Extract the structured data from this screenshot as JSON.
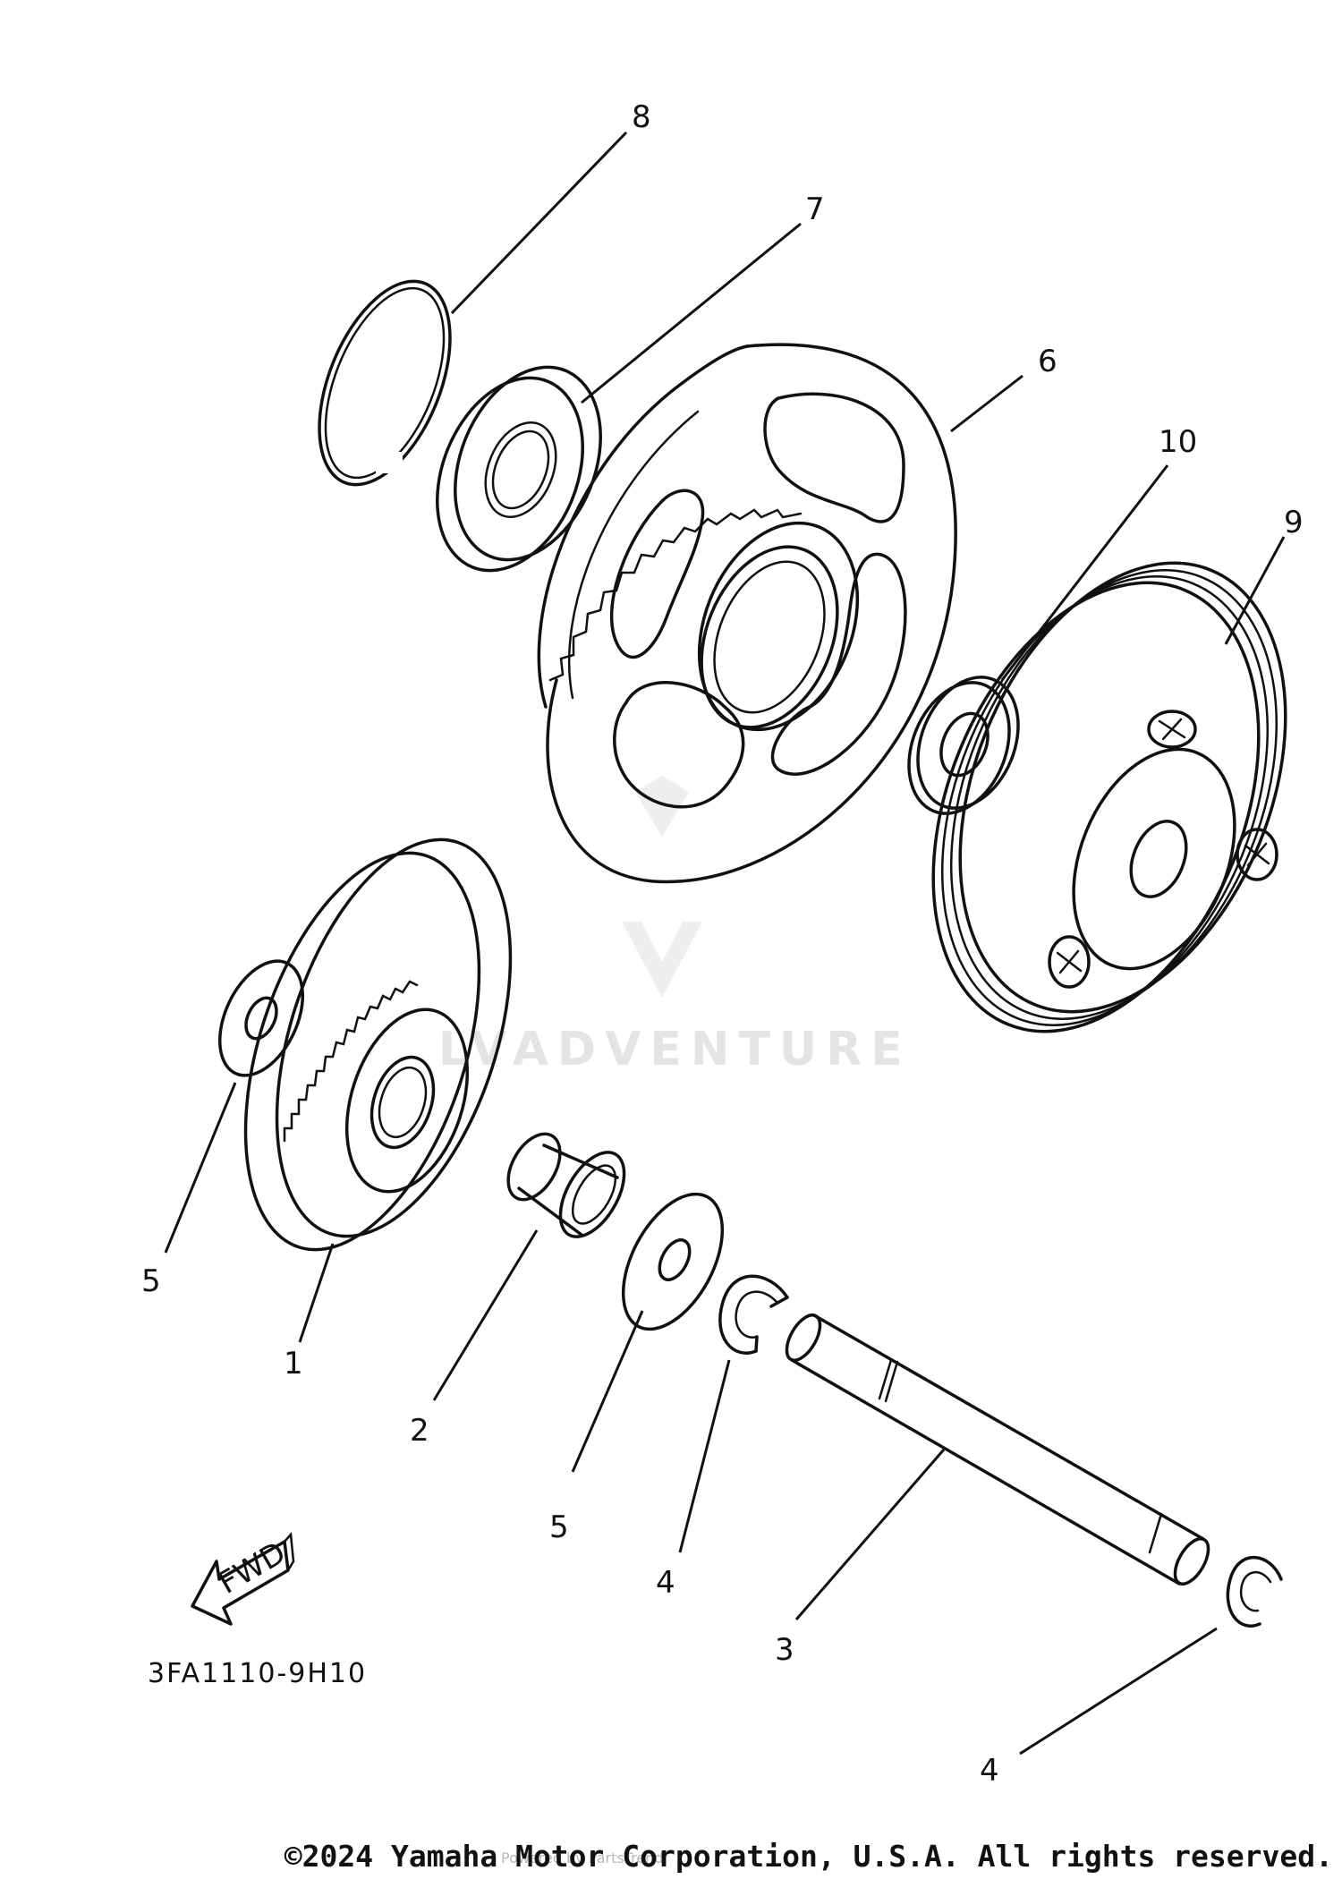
{
  "diagram_code": "3FA1110-9H10",
  "fwd_label": "FWD",
  "copyright": "©2024 Yamaha Motor Corporation, U.S.A. All rights reserved.",
  "watermark": {
    "brand": "LVADVENTURE",
    "overlay": "Powered by PartsTrend"
  },
  "callouts": {
    "c1": "1",
    "c2": "2",
    "c3": "3",
    "c4a": "4",
    "c4b": "4",
    "c5a": "5",
    "c5b": "5",
    "c6": "6",
    "c7": "7",
    "c8": "8",
    "c9": "9",
    "c10": "10"
  }
}
